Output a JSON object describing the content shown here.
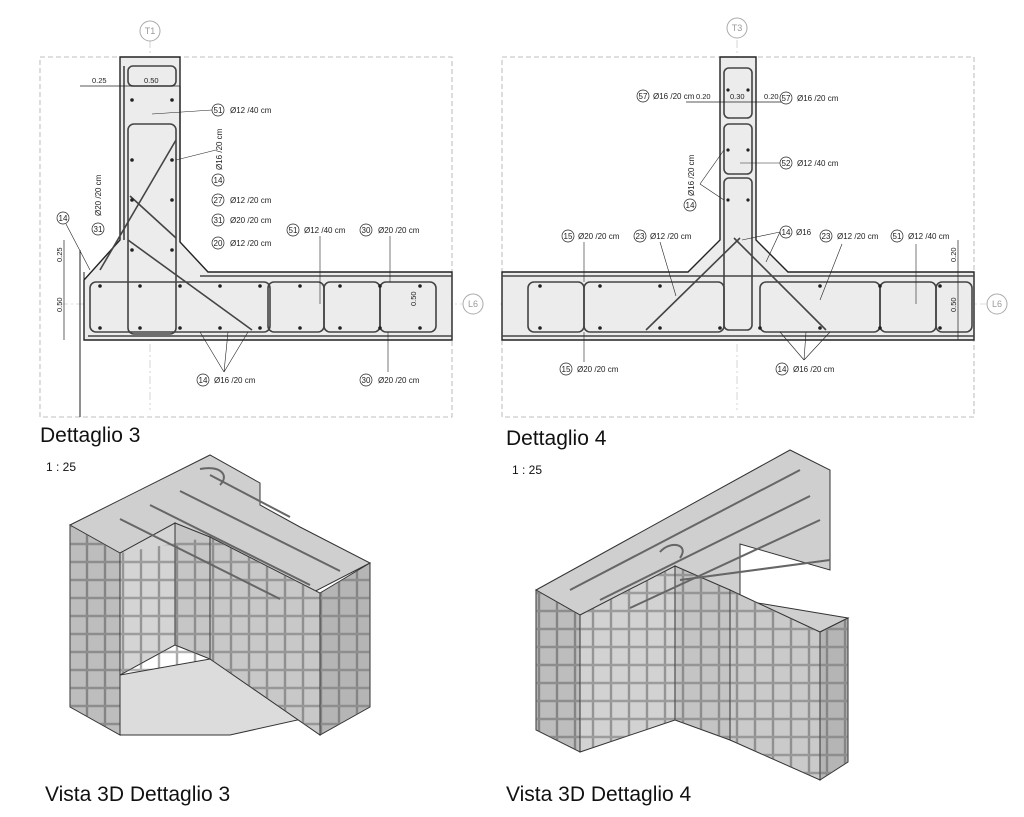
{
  "detail3": {
    "title": "Dettaglio 3",
    "grid_top": "T1",
    "grid_right": "L6",
    "dims": {
      "left": "0.25",
      "wall": "0.50",
      "corner": "0.25",
      "slab": "0.50",
      "slab_right": "0.50"
    },
    "callouts": [
      {
        "num": "51",
        "text": "Ø12 /40 cm"
      },
      {
        "num": "14",
        "text": "Ø16 /20 cm"
      },
      {
        "num": "27",
        "text": "Ø12 /20 cm"
      },
      {
        "num": "31",
        "text": "Ø20 /20 cm"
      },
      {
        "num": "20",
        "text": "Ø12 /20 cm"
      },
      {
        "num": "51",
        "text": "Ø12 /40 cm"
      },
      {
        "num": "30",
        "text": "Ø20 /20 cm"
      },
      {
        "num": "31",
        "text": "Ø20 /20 cm"
      },
      {
        "num": "14",
        "text": ""
      },
      {
        "num": "14",
        "text": "Ø16 /20 cm"
      },
      {
        "num": "30",
        "text": "Ø20 /20 cm"
      }
    ]
  },
  "detail4": {
    "title": "Dettaglio 4",
    "grid_top": "T3",
    "grid_right": "L6",
    "dims": {
      "left": "0.20",
      "wall": "0.30",
      "right": "0.20",
      "slab_top": "0.20",
      "slab": "0.50"
    },
    "callouts": [
      {
        "num": "57",
        "text": "Ø16 /20 cm"
      },
      {
        "num": "57",
        "text": "Ø16 /20 cm"
      },
      {
        "num": "52",
        "text": "Ø12 /40 cm"
      },
      {
        "num": "14",
        "text": "Ø16 /20 cm"
      },
      {
        "num": "15",
        "text": "Ø20 /20 cm"
      },
      {
        "num": "23",
        "text": "Ø12 /20 cm"
      },
      {
        "num": "14",
        "text": "Ø16"
      },
      {
        "num": "23",
        "text": "Ø12 /20 cm"
      },
      {
        "num": "51",
        "text": "Ø12 /40 cm"
      },
      {
        "num": "15",
        "text": "Ø20 /20 cm"
      },
      {
        "num": "14",
        "text": "Ø16 /20 cm"
      }
    ]
  },
  "view3d_3": {
    "title": "Vista 3D Dettaglio 3",
    "scale": "1 : 25"
  },
  "view3d_4": {
    "title": "Vista 3D Dettaglio 4",
    "scale": "1 : 25"
  },
  "colors": {
    "concrete": "#d9d9d9",
    "concrete_dark": "#b3b3b3",
    "rebar": "#555555",
    "line": "#222222",
    "grid": "#9a9a9a"
  }
}
